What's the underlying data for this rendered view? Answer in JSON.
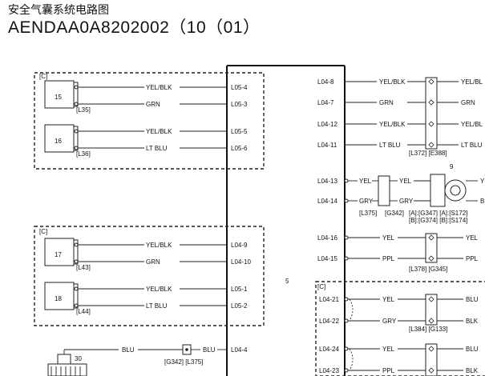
{
  "title_cn": "安全气囊系统电路图",
  "title_code": "AENDAA0A8202002（10（01）",
  "center_label": "5",
  "bracket_c": "[C]",
  "left_groups": [
    {
      "num": "15",
      "conn": "[L35]",
      "wires": [
        {
          "color": "YEL/BLK",
          "pin": "L05-4"
        },
        {
          "color": "GRN",
          "pin": "L05-3"
        }
      ]
    },
    {
      "num": "16",
      "conn": "[L36]",
      "wires": [
        {
          "color": "YEL/BLK",
          "pin": "L05-5"
        },
        {
          "color": "LT BLU",
          "pin": "L05-6"
        }
      ]
    },
    {
      "num": "17",
      "conn": "[L43]",
      "wires": [
        {
          "color": "YEL/BLK",
          "pin": "L04-9"
        },
        {
          "color": "GRN",
          "pin": "L04-10"
        }
      ]
    },
    {
      "num": "18",
      "conn": "[L44]",
      "wires": [
        {
          "color": "YEL/BLK",
          "pin": "L05-1"
        },
        {
          "color": "LT BLU",
          "pin": "L05-2"
        }
      ]
    }
  ],
  "bottom_left": {
    "num": "30",
    "color1": "BLU",
    "color2": "BLU",
    "pin": "L04-4",
    "conn": "[G342]  [L375]"
  },
  "right_top": {
    "rows": [
      {
        "pin": "L04-8",
        "left": "YEL/BLK",
        "right": "YEL/BL"
      },
      {
        "pin": "L04-7",
        "left": "GRN",
        "right": "GRN"
      },
      {
        "pin": "L04-12",
        "left": "YEL/BLK",
        "right": "YEL/BL"
      },
      {
        "pin": "L04-11",
        "left": "LT BLU",
        "right": "LT BLU"
      }
    ],
    "conn": "[L372]  [E388]"
  },
  "right_mid": {
    "num": "9",
    "rows": [
      {
        "pin": "L04-13",
        "c1": "YEL",
        "c2": "YEL",
        "c3": "Y"
      },
      {
        "pin": "L04-14",
        "c1": "GRY",
        "c2": "GRY",
        "c3": "B"
      }
    ],
    "conn_a": "[L375]",
    "conn_b": "[G342]",
    "conn_c1": "[A]:[G347]  [A]:[S172]",
    "conn_c2": "[B]:[G374]  [B]:[S174]"
  },
  "right_mid2": {
    "rows": [
      {
        "pin": "L04-16",
        "left": "YEL",
        "right": "YEL"
      },
      {
        "pin": "L04-15",
        "left": "PPL",
        "right": "PPL"
      }
    ],
    "conn": "[L378]  [G345]"
  },
  "right_bot": {
    "rows": [
      {
        "pin": "L04-21",
        "left": "YEL",
        "right": "BLU"
      },
      {
        "pin": "L04-22",
        "left": "GRY",
        "right": "BLK"
      },
      {
        "pin": "L04-24",
        "left": "YEL",
        "right": "BLU"
      },
      {
        "pin": "L04-23",
        "left": "PPL",
        "right": "BLK"
      }
    ],
    "conn": "[L384]  [G133]"
  }
}
